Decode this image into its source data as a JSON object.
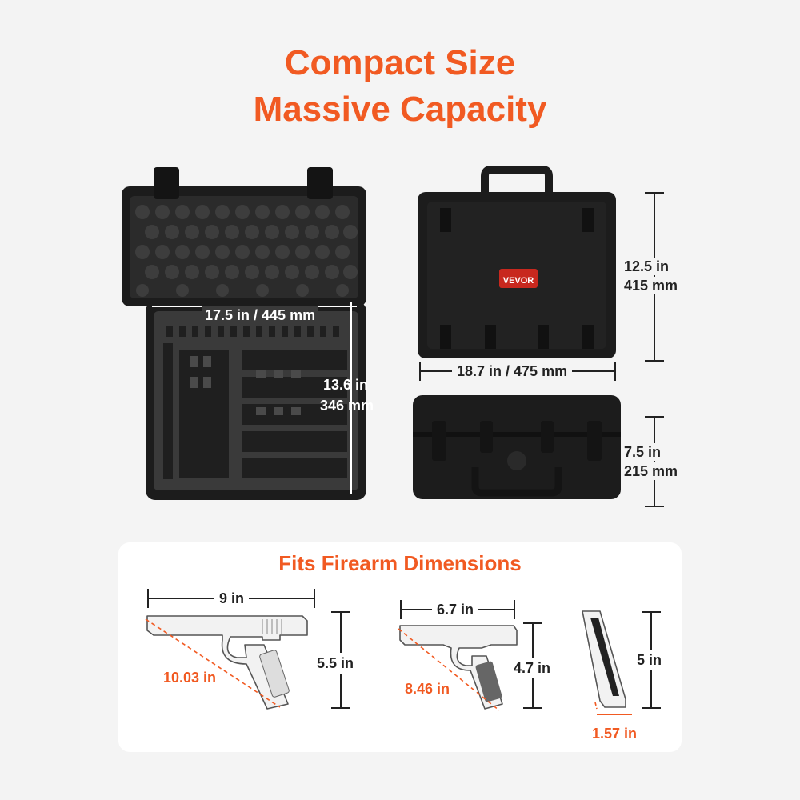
{
  "headline": {
    "line1": "Compact Size",
    "line2": "Massive Capacity"
  },
  "brand_badge": "VEVOR",
  "case_dimensions": {
    "inner_width": "17.5 in / 445 mm",
    "inner_height_in": "13.6 in",
    "inner_height_mm": "346 mm",
    "outer_width": "18.7 in / 475 mm",
    "outer_height_in": "12.5 in",
    "outer_height_mm": "415 mm",
    "depth_in": "7.5 in",
    "depth_mm": "215 mm"
  },
  "firearms": {
    "title": "Fits Firearm Dimensions",
    "pistol_large": {
      "length": "9 in",
      "height": "5.5 in",
      "diagonal": "10.03 in"
    },
    "pistol_compact": {
      "length": "6.7 in",
      "height": "4.7 in",
      "diagonal": "8.46 in"
    },
    "magazine": {
      "height": "5 in",
      "width": "1.57 in"
    }
  },
  "colors": {
    "accent": "#f15a22",
    "case_black": "#1c1c1c",
    "foam_gray": "#3a3a3a",
    "background": "#f4f4f4",
    "card": "#ffffff",
    "badge": "#c8281e"
  }
}
